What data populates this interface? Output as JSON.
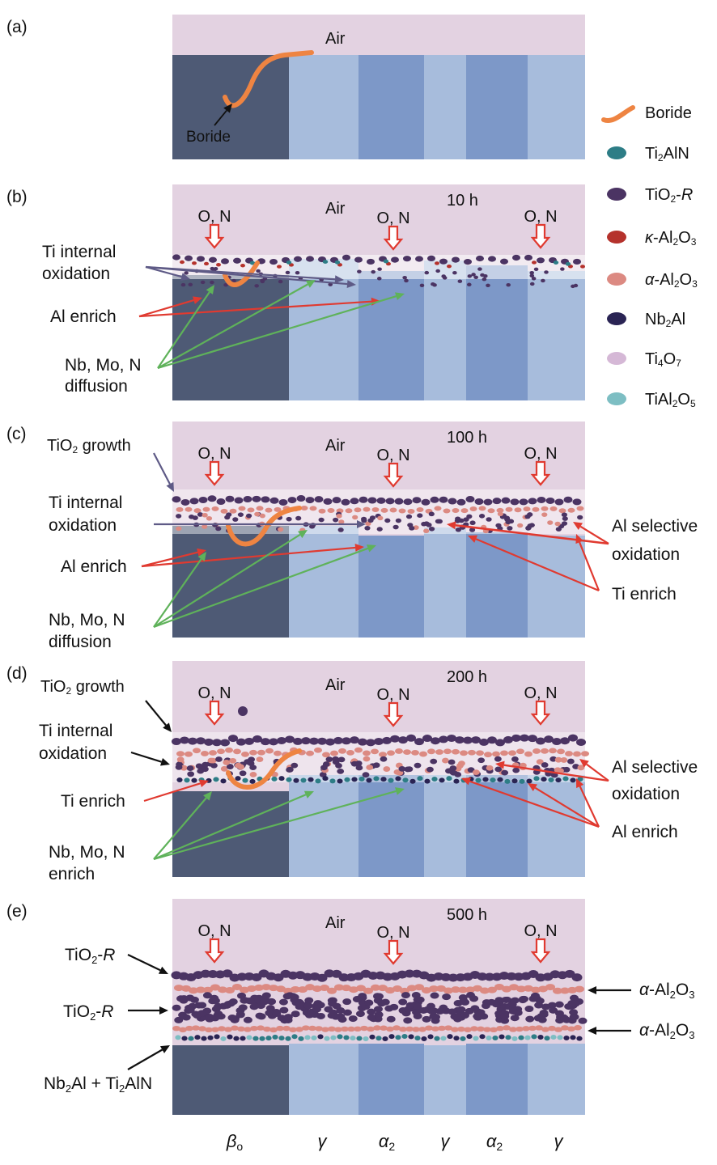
{
  "colors": {
    "air": "#e3d2e1",
    "beta_phase": "#4e5a75",
    "gamma_phase": "#a7bcdc",
    "alpha2_phase": "#7d98c8",
    "arrow_red": "#e03a30",
    "arrow_green": "#5fb25a",
    "arrow_purple": "#5e5a86",
    "arrow_black": "#111111",
    "boride": "#ee8442",
    "ti2aln": "#2d7d86",
    "tio2_r": "#4b3463",
    "kappa_al2o3": "#b5322c",
    "alpha_al2o3": "#dc8a82",
    "nb2al": "#2a2454",
    "ti4o7": "#d5b8d6",
    "tial2o5": "#7dbec3"
  },
  "legend": [
    {
      "key": "boride",
      "label": "Boride",
      "icon": "boride-curve-icon"
    },
    {
      "key": "ti2aln",
      "label": "Ti",
      "sub": "2",
      "tail": "AlN",
      "icon": "ti2aln-particle-icon"
    },
    {
      "key": "tio2_r",
      "label": "TiO",
      "sub": "2",
      "tail": "-",
      "ital": "R",
      "icon": "tio2-particle-icon"
    },
    {
      "key": "kappa_al2o3",
      "greek": "κ",
      "label": "-Al",
      "sub": "2",
      "tail": "O",
      "sub2": "3",
      "icon": "kappa-al2o3-particle-icon"
    },
    {
      "key": "alpha_al2o3",
      "greek": "α",
      "label": "-Al",
      "sub": "2",
      "tail": "O",
      "sub2": "3",
      "icon": "alpha-al2o3-particle-icon"
    },
    {
      "key": "nb2al",
      "label": "Nb",
      "sub": "2",
      "tail": "Al",
      "icon": "nb2al-particle-icon"
    },
    {
      "key": "ti4o7",
      "label": "Ti",
      "sub": "4",
      "tail": "O",
      "sub2": "7",
      "icon": "ti4o7-particle-icon"
    },
    {
      "key": "tial2o5",
      "label": "TiAl",
      "sub": "2",
      "tail": "O",
      "sub2": "5",
      "icon": "tial2o5-particle-icon"
    }
  ],
  "air_label": "Air",
  "gas_label": "O, N",
  "panels": [
    {
      "id": "a",
      "label": "(a)",
      "time": ""
    },
    {
      "id": "b",
      "label": "(b)",
      "time": "10 h"
    },
    {
      "id": "c",
      "label": "(c)",
      "time": "100 h"
    },
    {
      "id": "d",
      "label": "(d)",
      "time": "200 h"
    },
    {
      "id": "e",
      "label": "(e)",
      "time": "500 h"
    }
  ],
  "annotations": {
    "a": {
      "boride": "Boride"
    },
    "b": {
      "ti_internal_1": "Ti internal",
      "ti_internal_2": "oxidation",
      "al_enrich": "Al enrich",
      "diff_1": "Nb, Mo, N",
      "diff_2": "diffusion"
    },
    "c": {
      "tio2_growth": "TiO",
      "tio2_growth_sub": "2",
      "tio2_growth_tail": " growth",
      "ti_internal_1": "Ti internal",
      "ti_internal_2": "oxidation",
      "al_enrich": "Al enrich",
      "diff_1": "Nb, Mo, N",
      "diff_2": "diffusion",
      "al_sel_1": "Al selective",
      "al_sel_2": "oxidation",
      "ti_enrich": "Ti enrich"
    },
    "d": {
      "tio2_growth": "TiO",
      "tio2_growth_sub": "2",
      "tio2_growth_tail": " growth",
      "ti_internal_1": "Ti internal",
      "ti_internal_2": "oxidation",
      "ti_enrich": "Ti enrich",
      "enrich_1": "Nb, Mo, N",
      "enrich_2": "enrich",
      "al_sel_1": "Al selective",
      "al_sel_2": "oxidation",
      "al_enrich": "Al enrich"
    },
    "e": {
      "tio2r_1": "TiO",
      "tio2r_1_sub": "2",
      "tio2r_1_tail": "-",
      "tio2r_1_ital": "R",
      "tio2r_2": "TiO",
      "tio2r_2_sub": "2",
      "tio2r_2_tail": "-",
      "tio2r_2_ital": "R",
      "nb2al_1": "Nb",
      "nb2al_1_sub": "2",
      "nb2al_1_tail": "Al + Ti",
      "nb2al_1_sub2": "2",
      "nb2al_1_tail2": "AlN",
      "al2o3_greek": "α",
      "al2o3": "-Al",
      "al2o3_sub": "2",
      "al2o3_tail": "O",
      "al2o3_sub2": "3"
    }
  },
  "phase_labels": [
    {
      "phase": "beta",
      "greek": "β",
      "sub": "o"
    },
    {
      "phase": "gamma",
      "greek": "γ",
      "sub": ""
    },
    {
      "phase": "alpha2",
      "greek": "α",
      "sub": "2"
    },
    {
      "phase": "gamma",
      "greek": "γ",
      "sub": ""
    },
    {
      "phase": "alpha2",
      "greek": "α",
      "sub": "2"
    },
    {
      "phase": "gamma",
      "greek": "γ",
      "sub": ""
    }
  ]
}
